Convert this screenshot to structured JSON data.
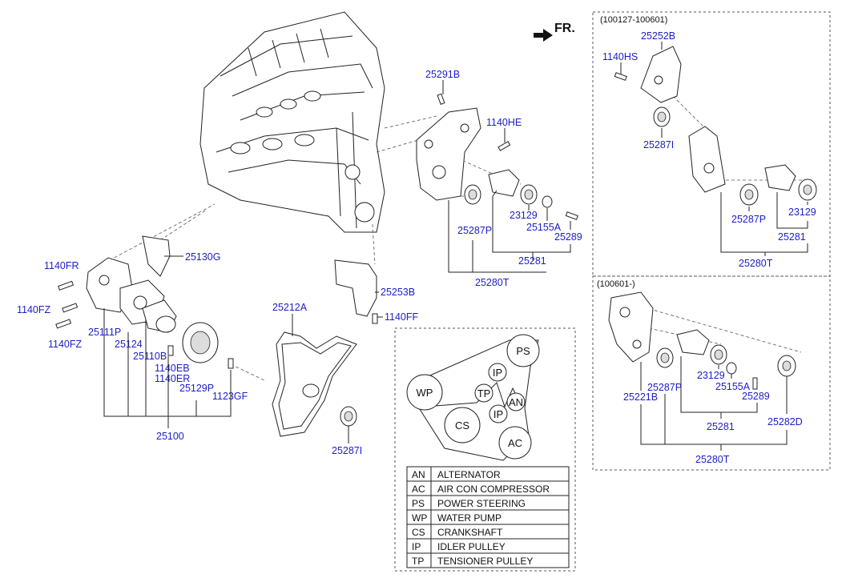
{
  "direction": "FR.",
  "main_parts": {
    "p25291B": "25291B",
    "p1140HE": "1140HE",
    "p23129": "23129",
    "p25155A": "25155A",
    "p25289": "25289",
    "p25287P": "25287P",
    "p25281": "25281",
    "p25280T": "25280T",
    "p25130G": "25130G",
    "p1140FR": "1140FR",
    "p1140FZa": "1140FZ",
    "p1140FZb": "1140FZ",
    "p25111P": "25111P",
    "p25124": "25124",
    "p25110B": "25110B",
    "p1140EB": "1140EB",
    "p1140ER": "1140ER",
    "p25129P": "25129P",
    "p1123GF": "1123GF",
    "p25100": "25100",
    "p25253B": "25253B",
    "p1140FF": "1140FF",
    "p25212A": "25212A",
    "p25287I": "25287I"
  },
  "box_a": {
    "range": "(100127-100601)",
    "p25252B": "25252B",
    "p1140HS": "1140HS",
    "p25287I": "25287I",
    "p25287P": "25287P",
    "p23129": "23129",
    "p25281": "25281",
    "p25280T": "25280T"
  },
  "box_b": {
    "range": "(100601-)",
    "p23129": "23129",
    "p25155A": "25155A",
    "p25221B": "25221B",
    "p25287P": "25287P",
    "p25289": "25289",
    "p25282D": "25282D",
    "p25281": "25281",
    "p25280T": "25280T"
  },
  "belt": {
    "pulleys": [
      "PS",
      "IP",
      "WP",
      "TP",
      "AN",
      "IP",
      "CS",
      "AC"
    ]
  },
  "legend": [
    {
      "code": "AN",
      "name": "ALTERNATOR"
    },
    {
      "code": "AC",
      "name": "AIR CON COMPRESSOR"
    },
    {
      "code": "PS",
      "name": "POWER STEERING"
    },
    {
      "code": "WP",
      "name": "WATER PUMP"
    },
    {
      "code": "CS",
      "name": "CRANKSHAFT"
    },
    {
      "code": "IP",
      "name": "IDLER PULLEY"
    },
    {
      "code": "TP",
      "name": "TENSIONER PULLEY"
    }
  ]
}
